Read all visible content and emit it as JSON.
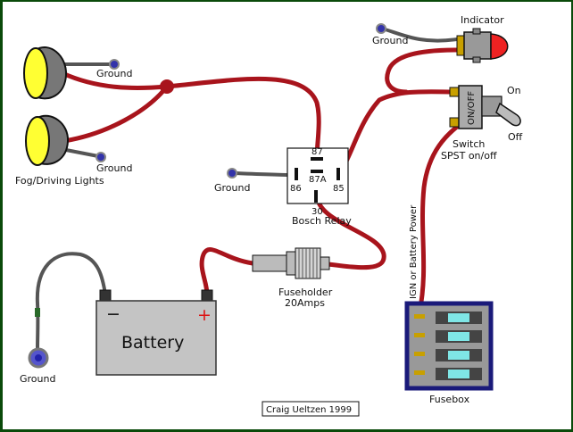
{
  "diagram": {
    "labels": {
      "ground_lights_1": "Ground",
      "ground_lights_2": "Ground",
      "fog_lights": "Fog/Driving Lights",
      "ground_relay": "Ground",
      "ground_indicator": "Ground",
      "indicator": "Indicator",
      "switch_on": "On",
      "switch_off": "Off",
      "switch_body": "ON/OFF",
      "switch_title": "Switch",
      "switch_type": "SPST on/off",
      "relay_87": "87",
      "relay_87a": "87A",
      "relay_86": "86",
      "relay_85": "85",
      "relay_30": "30",
      "relay_name": "Bosch Relay",
      "fuseholder": "Fuseholder",
      "fuseholder_rating": "20Amps",
      "ign_power": "IGN or Battery Power",
      "battery": "Battery",
      "battery_neg": "−",
      "battery_pos": "+",
      "ground_battery": "Ground",
      "fusebox": "Fusebox",
      "credit": "Craig Ueltzen 1999"
    },
    "colors": {
      "power_wire": "#a8141c",
      "ground_wire": "#555555",
      "lamp_lens": "#ffff33",
      "ground_terminal": "#3333aa",
      "fusebox_frame": "#1a1a7a",
      "fuse_glass": "#7fe6e6",
      "indicator_red": "#ee2222"
    }
  }
}
